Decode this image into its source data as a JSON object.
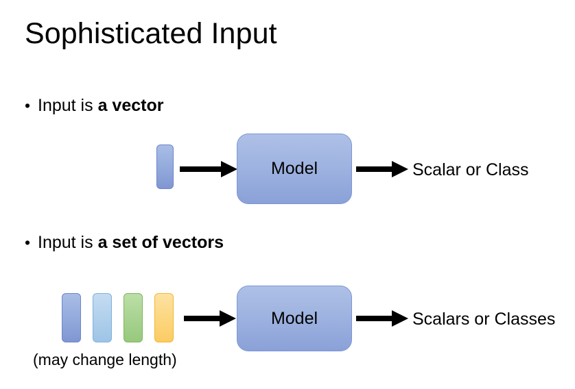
{
  "slide": {
    "title": "Sophisticated Input",
    "background_color": "#FFFFFF",
    "text_color": "#000000"
  },
  "bullets": [
    {
      "marker": "•",
      "lead_text": "Input is ",
      "emphasis_text": "a vector"
    },
    {
      "marker": "•",
      "lead_text": "Input is ",
      "emphasis_text": "a set of vectors"
    }
  ],
  "diagrams": [
    {
      "name": "single-vector-diagram",
      "input_vectors": [
        {
          "color": "#92A9DC",
          "border_color": "#6C85CC"
        }
      ],
      "model_label": "Model",
      "model_color": "#9DB2E0",
      "output_label": "Scalar or Class",
      "caption": ""
    },
    {
      "name": "vector-set-diagram",
      "input_vectors": [
        {
          "color": "#92A9DC",
          "border_color": "#6C85CC"
        },
        {
          "color": "#AFCFEB",
          "border_color": "#7EB0DC"
        },
        {
          "color": "#A7D28F",
          "border_color": "#7CB65F"
        },
        {
          "color": "#FCD67E",
          "border_color": "#F2B72F"
        }
      ],
      "model_label": "Model",
      "model_color": "#9DB2E0",
      "output_label": "Scalars or Classes",
      "caption": "(may change length)"
    }
  ],
  "arrow_color": "#000000"
}
